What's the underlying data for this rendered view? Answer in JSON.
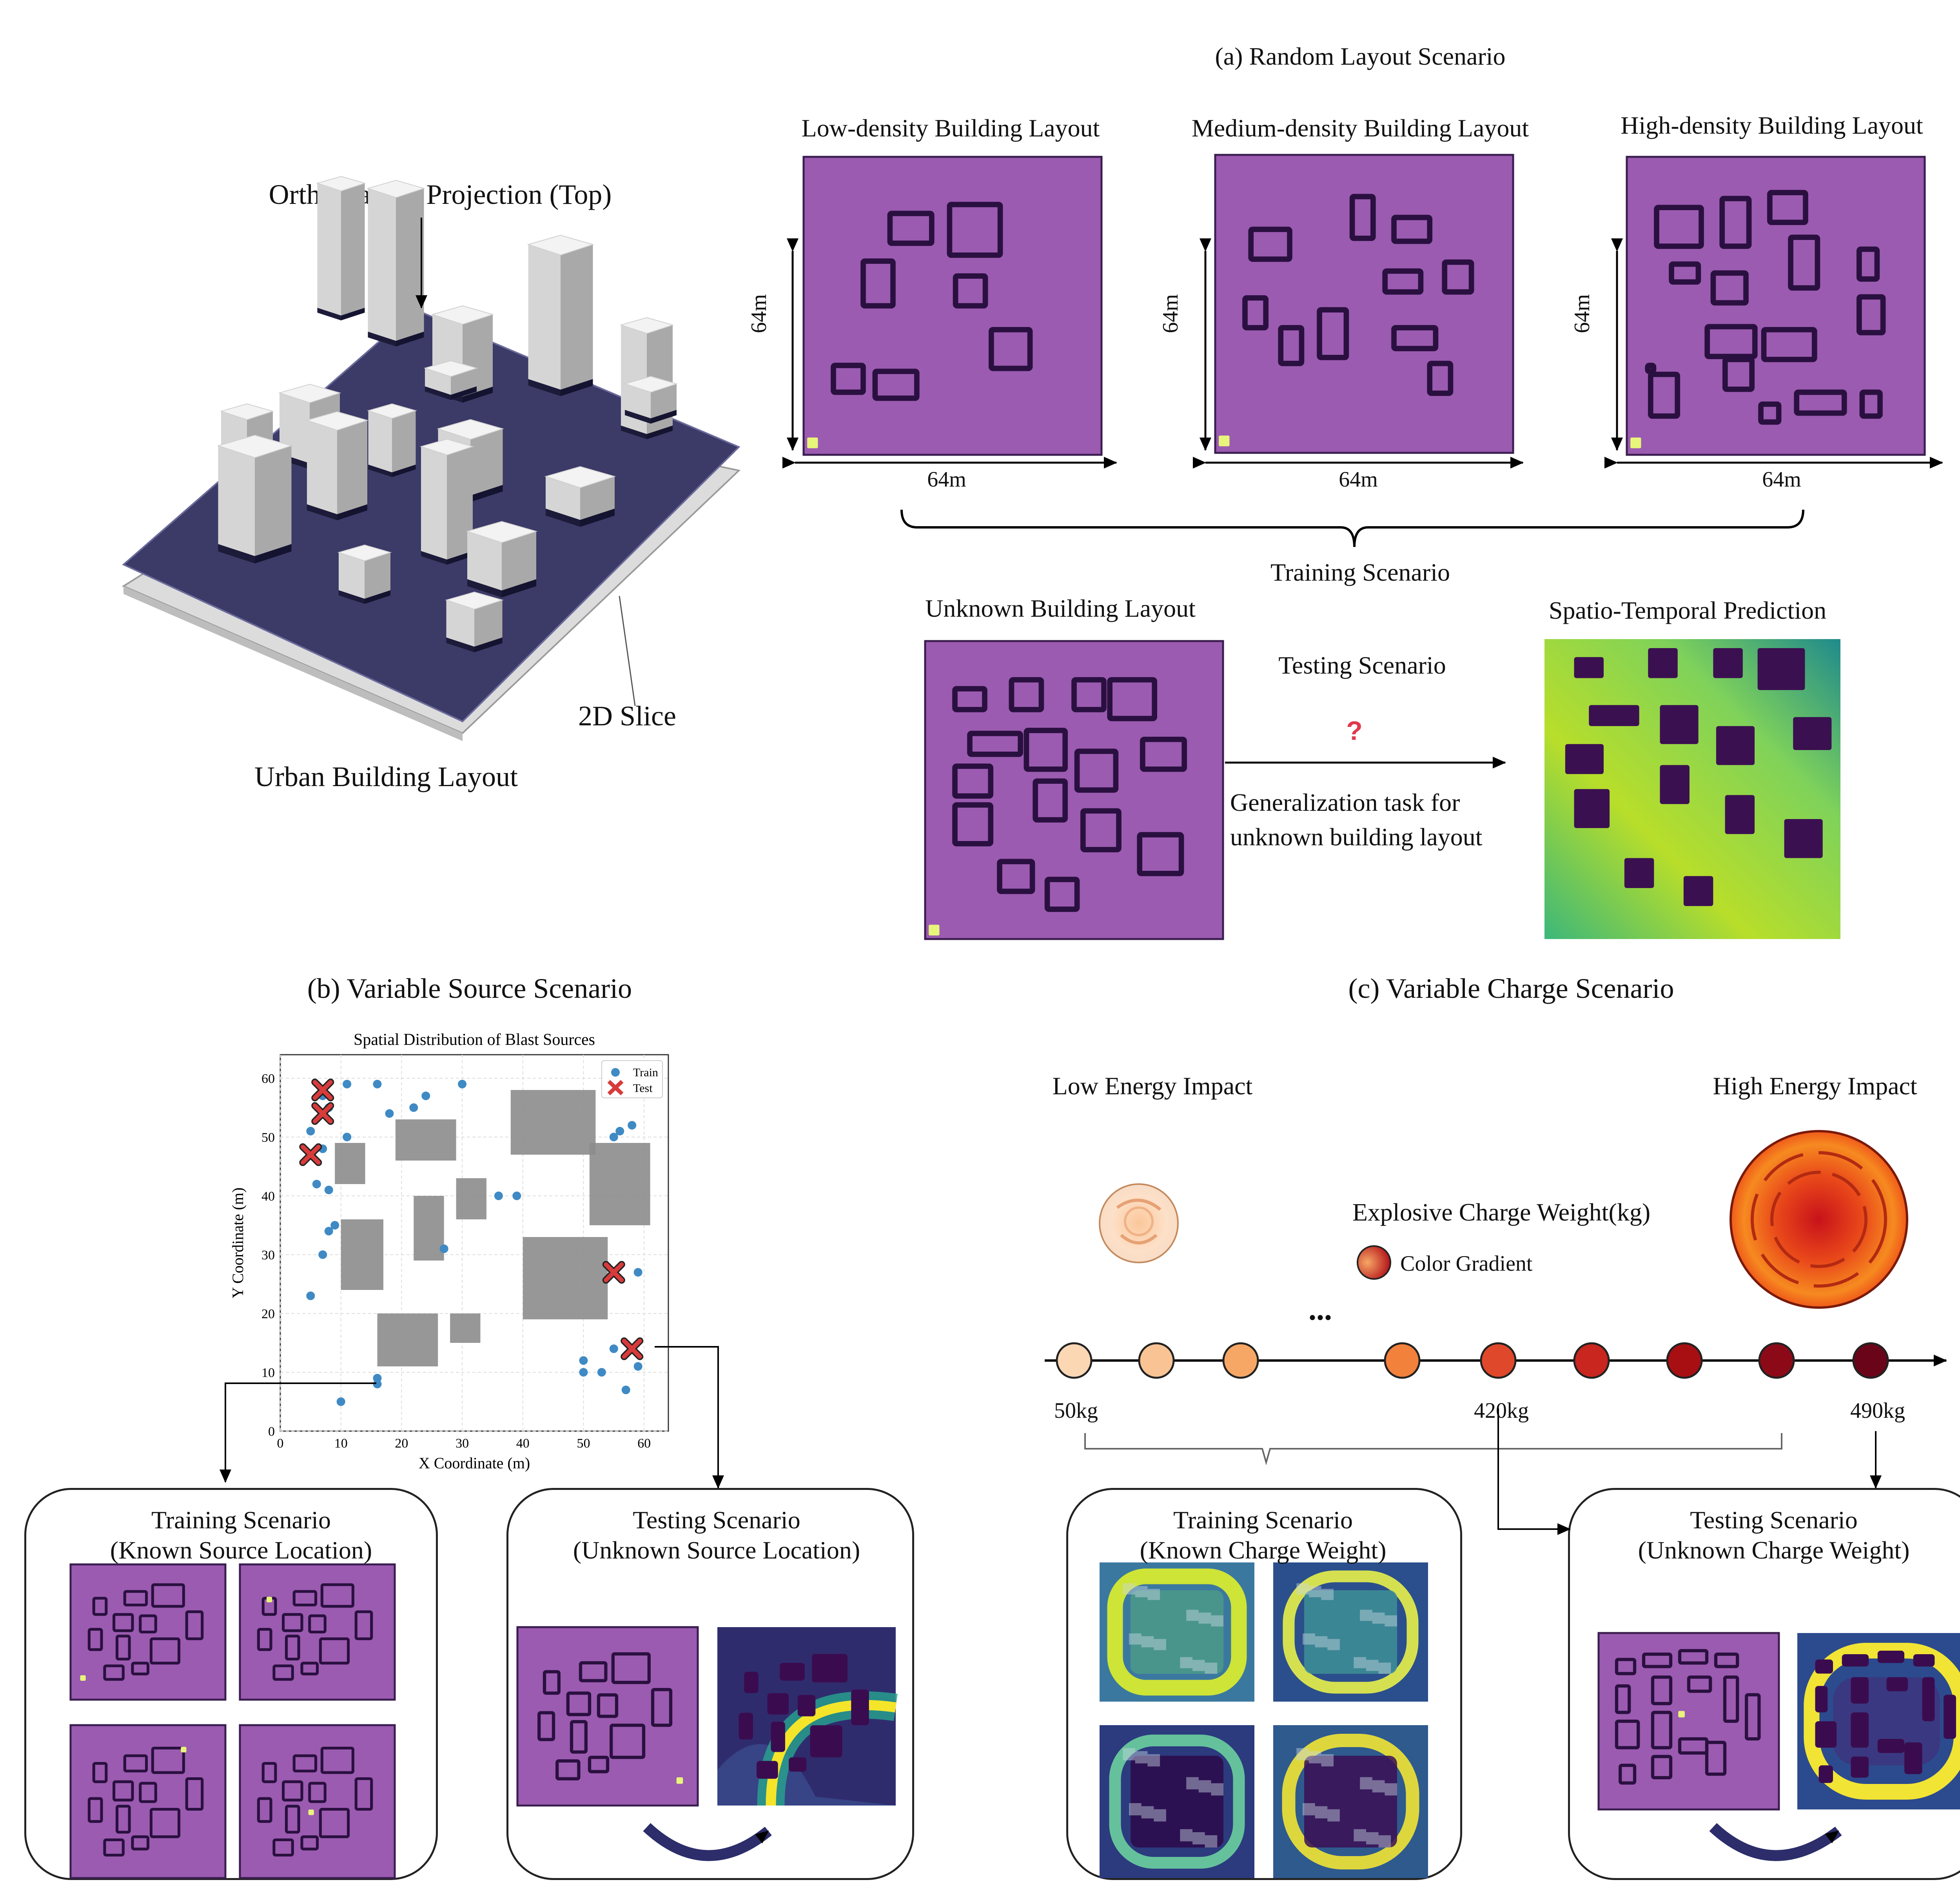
{
  "section_a": {
    "title": "(a) Random Layout Scenario",
    "layouts": [
      {
        "title": "Low-density Building Layout",
        "height_label": "64m",
        "width_label": "64m"
      },
      {
        "title": "Medium-density Building Layout",
        "height_label": "64m",
        "width_label": "64m"
      },
      {
        "title": "High-density Building Layout",
        "height_label": "64m",
        "width_label": "64m"
      }
    ],
    "training_label": "Training Scenario",
    "unknown_layout_title": "Unknown Building Layout",
    "testing_label": "Testing Scenario",
    "question_mark": "?",
    "generalization_line1": "Generalization task for",
    "generalization_line2": "unknown building layout",
    "prediction_title": "Spatio-Temporal Prediction"
  },
  "urban": {
    "projection_label": "Orthographic Projection (Top)",
    "slice_label": "2D Slice",
    "layout_label": "Urban Building Layout"
  },
  "section_b": {
    "title": "(b) Variable Source Scenario",
    "training_panel": {
      "line1": "Training Scenario",
      "line2": "(Known Source Location)"
    },
    "testing_panel": {
      "line1": "Testing Scenario",
      "line2": "(Unknown Source Location)"
    }
  },
  "chart_data": {
    "type": "scatter",
    "title": "Spatial Distribution of Blast Sources",
    "xlabel": "X Coordinate (m)",
    "ylabel": "Y Coordinate (m)",
    "xlim": [
      0,
      64
    ],
    "ylim": [
      0,
      64
    ],
    "xticks": [
      0,
      10,
      20,
      30,
      40,
      50,
      60
    ],
    "yticks": [
      0,
      10,
      20,
      30,
      40,
      50,
      60
    ],
    "grid": true,
    "legend_position": "top-right",
    "series": [
      {
        "name": "Train",
        "color": "#3f8ac4",
        "marker": "circle",
        "points": [
          [
            7,
            57
          ],
          [
            8,
            55
          ],
          [
            11,
            59
          ],
          [
            16,
            59
          ],
          [
            18,
            54
          ],
          [
            22,
            55
          ],
          [
            24,
            57
          ],
          [
            30,
            59
          ],
          [
            5,
            51
          ],
          [
            7,
            48
          ],
          [
            11,
            50
          ],
          [
            6,
            42
          ],
          [
            8,
            41
          ],
          [
            9,
            35
          ],
          [
            8,
            34
          ],
          [
            7,
            30
          ],
          [
            5,
            23
          ],
          [
            27,
            31
          ],
          [
            36,
            40
          ],
          [
            39,
            40
          ],
          [
            16,
            9
          ],
          [
            16,
            8
          ],
          [
            10,
            5
          ],
          [
            55,
            50
          ],
          [
            56,
            51
          ],
          [
            58,
            52
          ],
          [
            55,
            14
          ],
          [
            50,
            12
          ],
          [
            50,
            10
          ],
          [
            53,
            10
          ],
          [
            59,
            11
          ],
          [
            59,
            27
          ],
          [
            57,
            7
          ]
        ]
      },
      {
        "name": "Test",
        "color": "#d83b3b",
        "marker": "x",
        "points": [
          [
            7,
            58
          ],
          [
            7,
            54
          ],
          [
            5,
            47
          ],
          [
            55,
            27
          ],
          [
            58,
            14
          ]
        ]
      }
    ],
    "buildings_m": [
      [
        9,
        42,
        5,
        7
      ],
      [
        38,
        47,
        14,
        11
      ],
      [
        19,
        46,
        10,
        7
      ],
      [
        51,
        35,
        10,
        14
      ],
      [
        22,
        29,
        5,
        11
      ],
      [
        29,
        36,
        5,
        7
      ],
      [
        10,
        24,
        7,
        12
      ],
      [
        40,
        19,
        14,
        14
      ],
      [
        16,
        11,
        10,
        9
      ],
      [
        28,
        15,
        5,
        5
      ]
    ]
  },
  "section_c": {
    "title": "(c) Variable Charge Scenario",
    "low_label": "Low Energy Impact",
    "high_label": "High Energy Impact",
    "legend_title": "Explosive Charge Weight(kg)",
    "legend_gradient_label": "Color  Gradient",
    "ellipsis": "...",
    "tick_50": "50kg",
    "tick_420": "420kg",
    "tick_490": "490kg",
    "scale_colors": [
      "#fbd7b4",
      "#f9c394",
      "#f7a765",
      "#f2813c",
      "#e0482b",
      "#c8261f",
      "#a70f13",
      "#8c0a18",
      "#6a0419"
    ],
    "training_panel": {
      "line1": "Training Scenario",
      "line2": "(Known Charge Weight)"
    },
    "testing_panel": {
      "line1": "Testing Scenario",
      "line2": "(Unknown Charge Weight)"
    }
  },
  "colors": {
    "layout_purple": "#9b5bb0",
    "building_dark": "#2a1040",
    "source_yellow": "#e7f57a",
    "arrow_navy": "#2c2d6a"
  }
}
